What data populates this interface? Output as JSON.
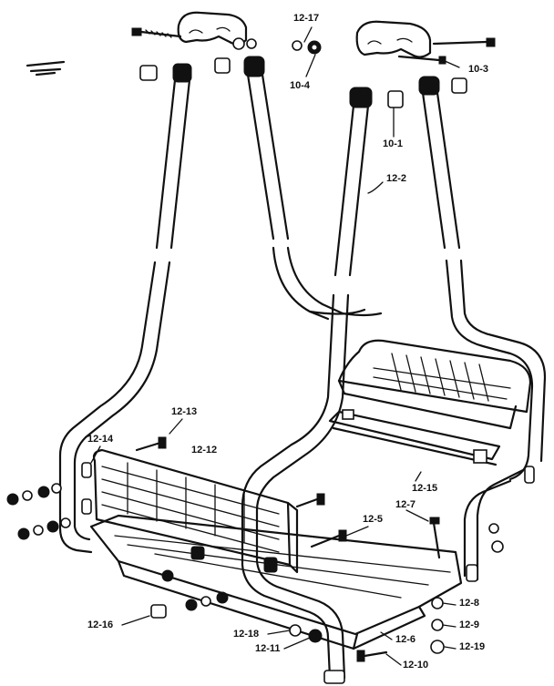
{
  "labels": {
    "l12_17": "12-17",
    "l10_4": "10-4",
    "l10_3": "10-3",
    "l10_1": "10-1",
    "l12_2": "12-2",
    "l12_13": "12-13",
    "l12_12": "12-12",
    "l12_14": "12-14",
    "l12_15": "12-15",
    "l12_7": "12-7",
    "l12_5": "12-5",
    "l12_8": "12-8",
    "l12_9": "12-9",
    "l12_19": "12-19",
    "l12_6": "12-6",
    "l12_10": "12-10",
    "l12_11": "12-11",
    "l12_18": "12-18",
    "l12_16": "12-16"
  }
}
